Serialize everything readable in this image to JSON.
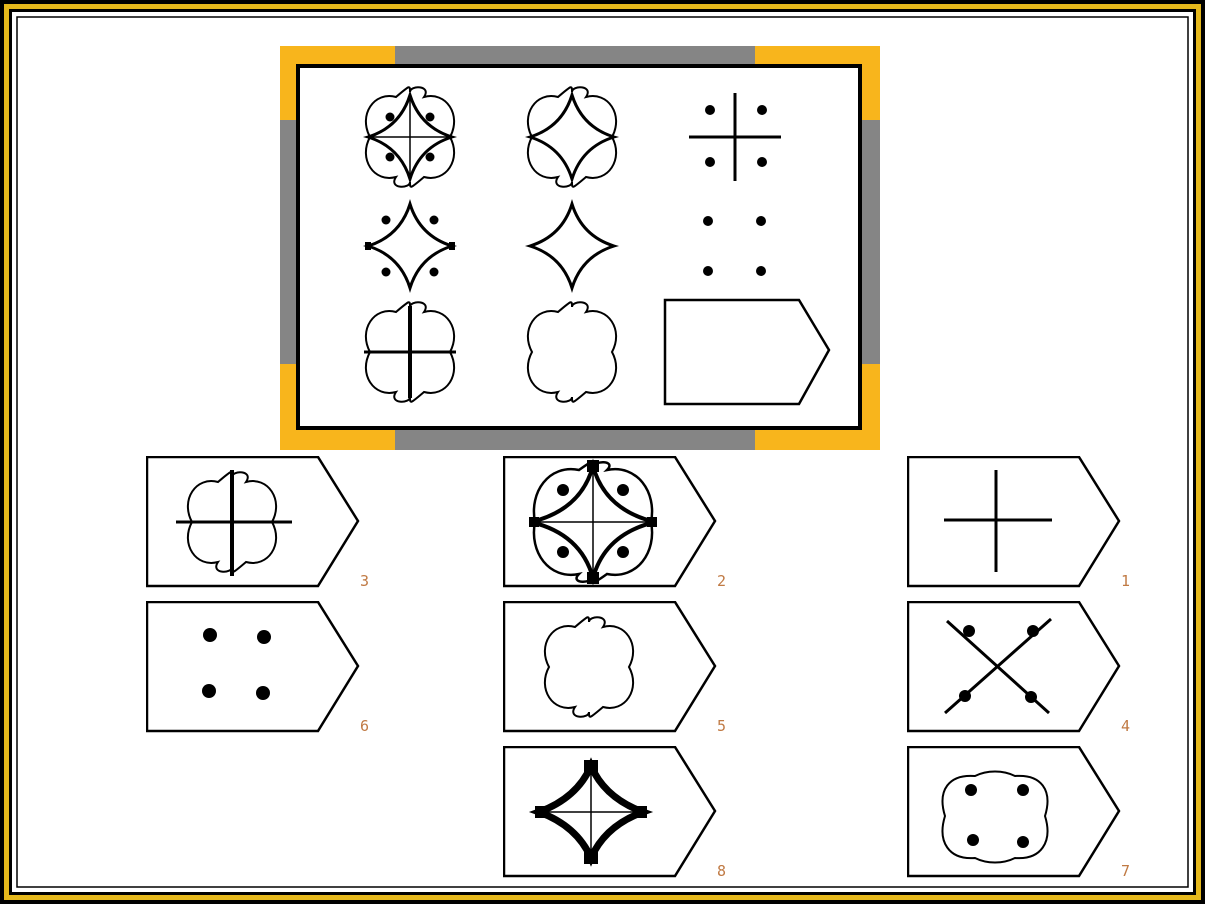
{
  "colors": {
    "frame_outer": "#000000",
    "frame_gold": "#e5b81c",
    "puzzle_gold": "#f8b51c",
    "puzzle_gray": "#858585",
    "ink": "#000000",
    "number_color": "#c07a44"
  },
  "puzzle": {
    "cells": [
      {
        "figure": "lobes-diamond-plus-dots"
      },
      {
        "figure": "lobes-diamond"
      },
      {
        "figure": "plus-dots"
      },
      {
        "figure": "diamond-dots"
      },
      {
        "figure": "diamond"
      },
      {
        "figure": "dots"
      },
      {
        "figure": "lobes-plus"
      },
      {
        "figure": "lobes"
      },
      {
        "figure": "blank-answer-tag"
      }
    ]
  },
  "options": [
    {
      "number": "3",
      "figure": "lobes-plus"
    },
    {
      "number": "2",
      "figure": "lobes-diamond-plus-dots-bold"
    },
    {
      "number": "1",
      "figure": "plus"
    },
    {
      "number": "6",
      "figure": "dots"
    },
    {
      "number": "5",
      "figure": "lobes"
    },
    {
      "number": "4",
      "figure": "x-dots"
    },
    {
      "number": "8",
      "figure": "diamond-bold"
    },
    {
      "number": "7",
      "figure": "lobes-dots"
    }
  ]
}
